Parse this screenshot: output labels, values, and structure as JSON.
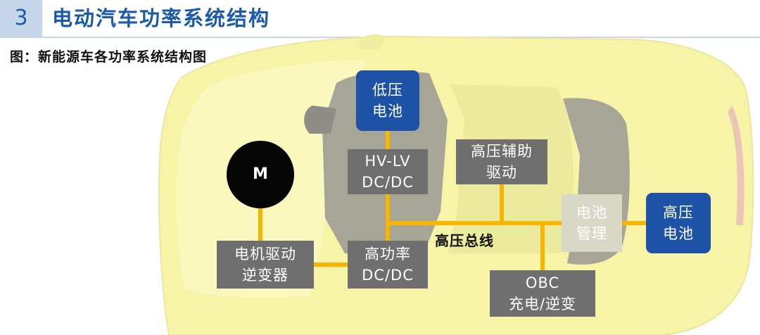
{
  "header": {
    "number": "3",
    "title": "电动汽车功率系统结构"
  },
  "figure": {
    "caption": "图：新能源车各功率系统结构图",
    "motor_label": "M",
    "bus_label": "高压总线",
    "boxes": {
      "lv_battery": "低压\n电池",
      "hv_lv_dcdc": "HV-LV\nDC/DC",
      "hv_aux_drive": "高压辅助\n驱动",
      "bms": "电池\n管理",
      "hv_battery": "高压\n电池",
      "motor_inverter": "电机驱动\n逆变器",
      "hp_dcdc": "高功率\nDC/DC",
      "obc": "OBC\n充电/逆变"
    },
    "colors": {
      "car_body": "#f7f4a8",
      "connector": "#f7b500",
      "box_grey": "#6f6f6f",
      "box_blue": "#1d52a6",
      "header_blue": "#1a5aa8"
    }
  }
}
